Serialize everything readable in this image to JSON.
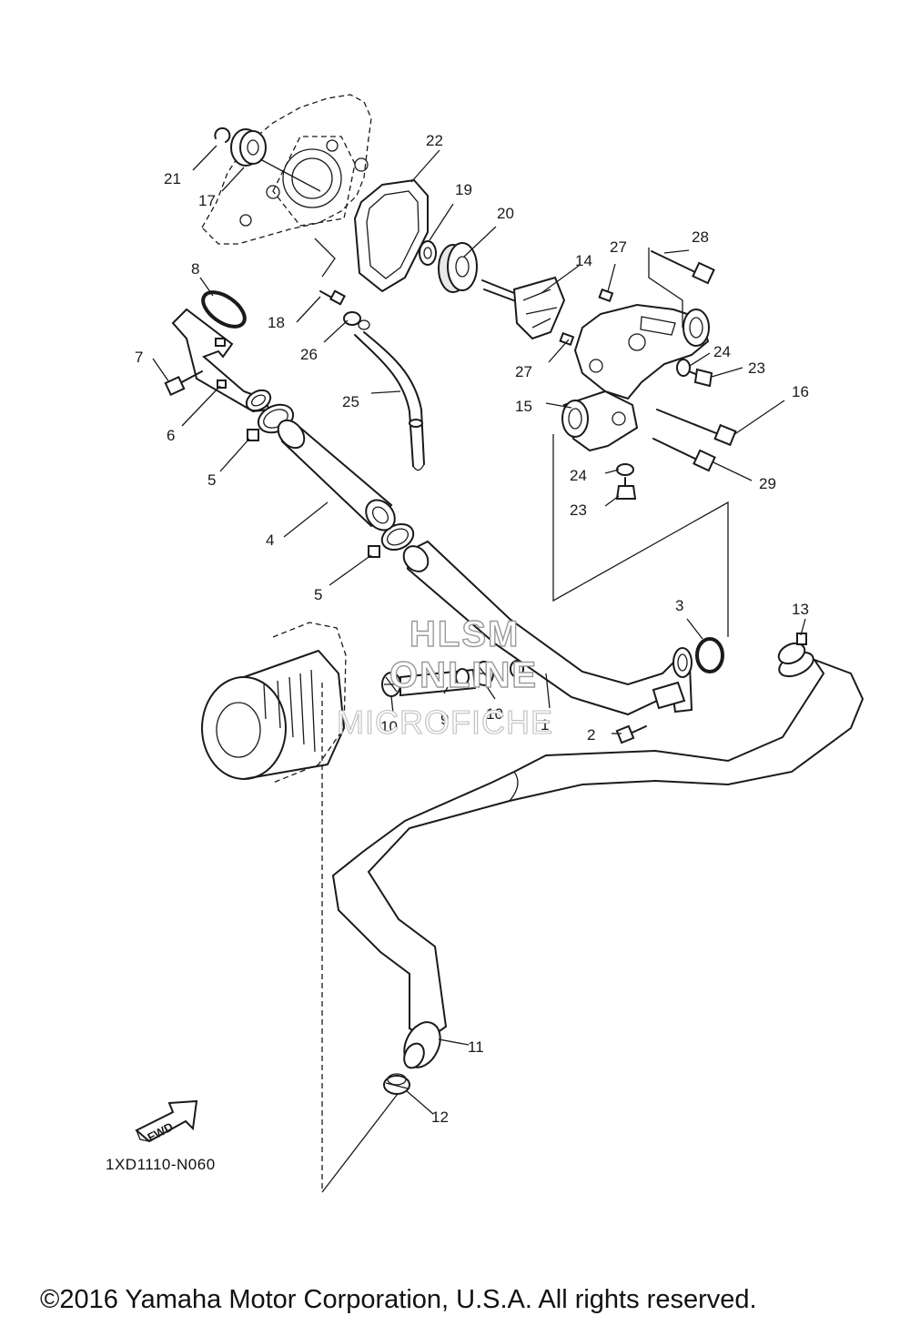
{
  "watermark": {
    "line1": "HLSM",
    "line2": "ONLINE",
    "line3": "MICROFICHE"
  },
  "fwd_label": "FWD",
  "diagram_code": "1XD1110-N060",
  "copyright": "©2016 Yamaha Motor Corporation, U.S.A. All rights reserved.",
  "callouts": {
    "c1": "1",
    "c2": "2",
    "c3": "3",
    "c4": "4",
    "c5a": "5",
    "c5b": "5",
    "c6": "6",
    "c7": "7",
    "c8": "8",
    "c9": "9",
    "c10a": "10",
    "c10b": "10",
    "c11": "11",
    "c12": "12",
    "c13": "13",
    "c14": "14",
    "c15": "15",
    "c16": "16",
    "c17": "17",
    "c18": "18",
    "c19": "19",
    "c20": "20",
    "c21": "21",
    "c22": "22",
    "c23a": "23",
    "c23b": "23",
    "c24a": "24",
    "c24b": "24",
    "c25": "25",
    "c26": "26",
    "c27a": "27",
    "c27b": "27",
    "c28": "28",
    "c29": "29"
  }
}
